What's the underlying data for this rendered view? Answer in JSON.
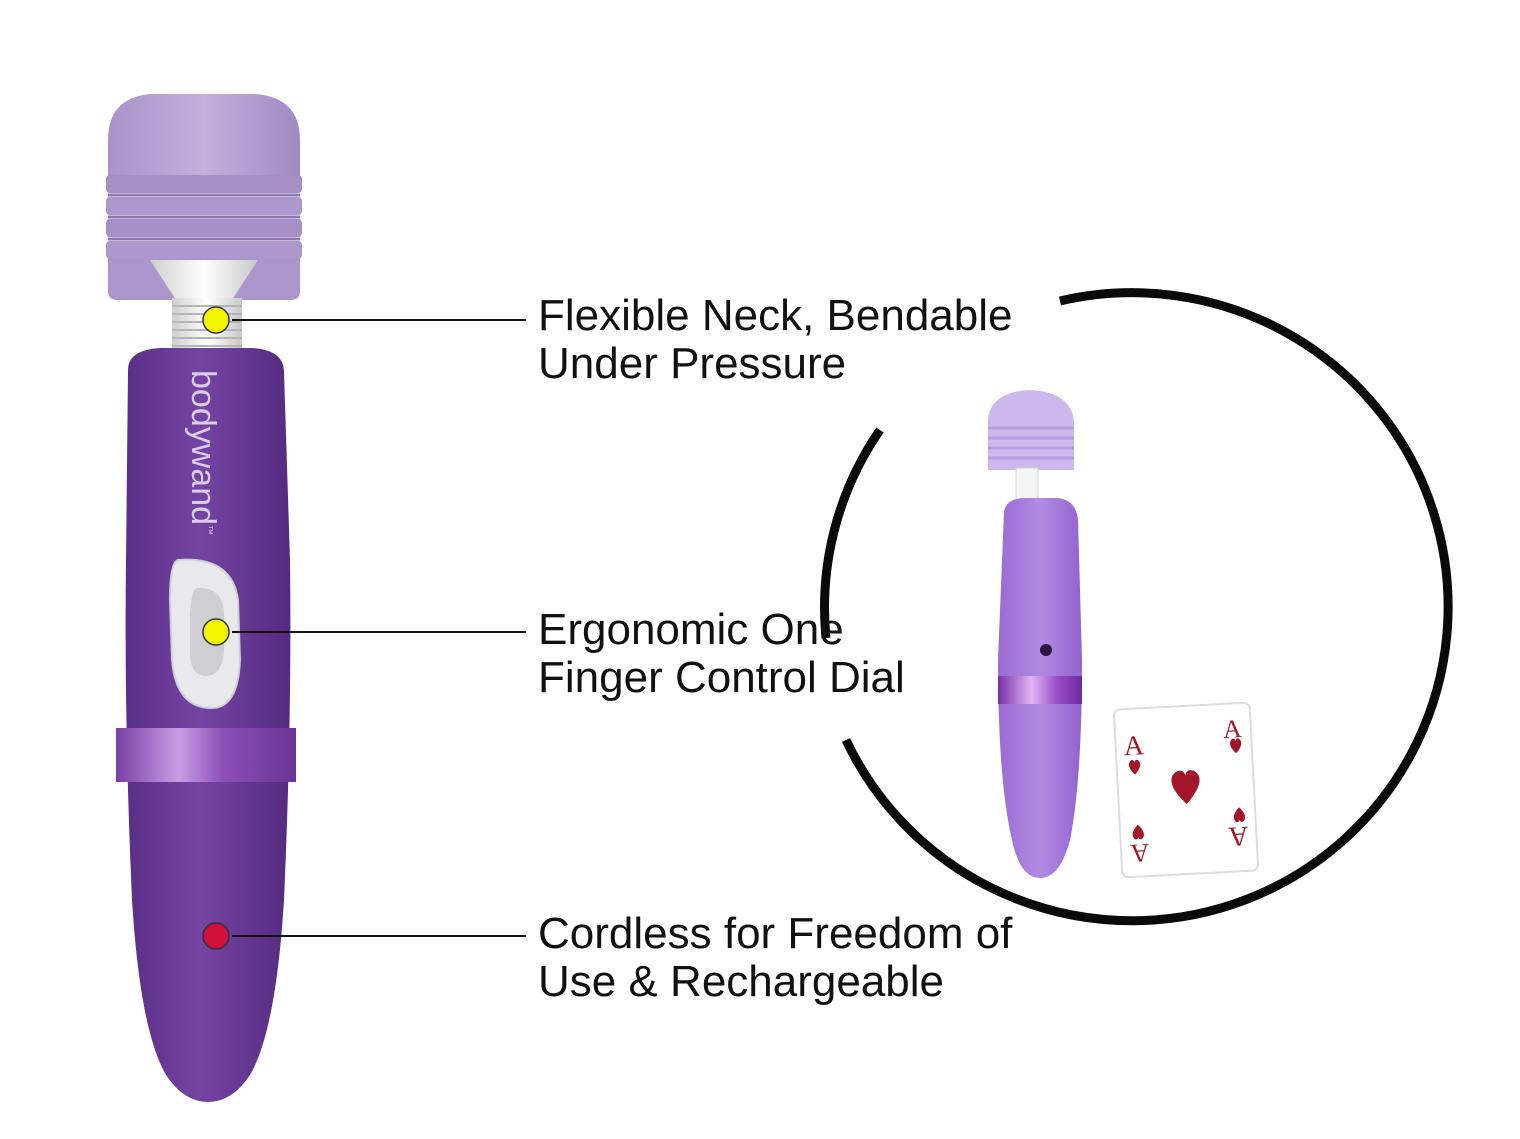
{
  "product": {
    "brand_text": "bodywand",
    "trademark": "™",
    "colors": {
      "body": "#6a3d96",
      "body_light": "#8655b5",
      "head": "#b9a4d6",
      "band": "#9b66c4",
      "small_body": "#a377d6"
    }
  },
  "callouts": [
    {
      "line1": "Flexible Neck, Bendable",
      "line2": "Under Pressure",
      "marker_color": "#f5f500"
    },
    {
      "line1": "Ergonomic One",
      "line2": "Finger Control Dial",
      "marker_color": "#f5f500"
    },
    {
      "line1": "Cordless for Freedom of",
      "line2": "Use & Rechargeable",
      "marker_color": "#d0103a"
    }
  ],
  "size_comparison": {
    "card_rank": "A",
    "card_suit": "heart-icon",
    "card_color": "#a3162a"
  }
}
